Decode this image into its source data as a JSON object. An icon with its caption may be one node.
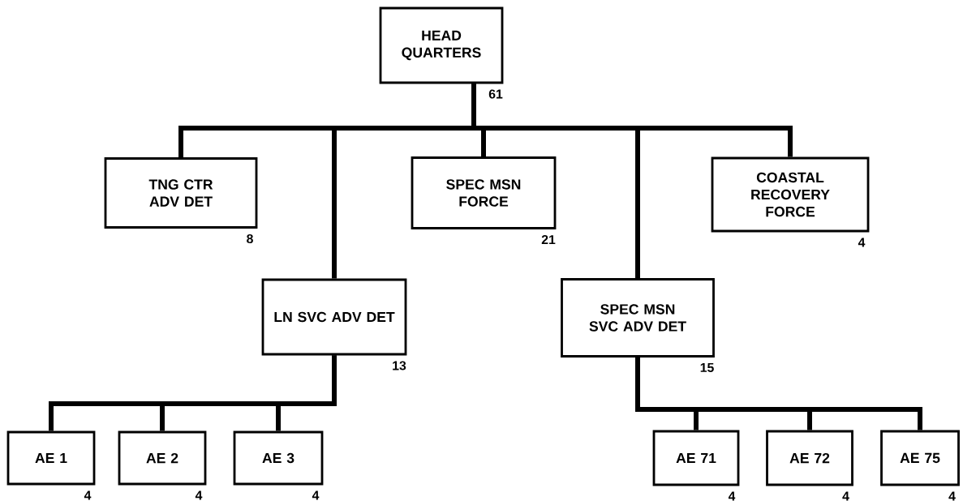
{
  "diagram": {
    "nodes": [
      {
        "text": [
          "HEAD QUARTERS"
        ],
        "beside": [
          "61"
        ]
      },
      {
        "text": [
          "TNG CTR ADV DET"
        ],
        "beside": [
          "8"
        ]
      },
      {
        "text": [
          "SPEC MSN FORCE"
        ],
        "beside": [
          "21"
        ]
      },
      {
        "text": [
          "COASTAL RECOVERY FORCE"
        ],
        "beside": [
          "4"
        ]
      },
      {
        "text": [
          "LN SVC ADV DET"
        ],
        "beside": [
          "13"
        ]
      },
      {
        "text": [
          "SPEC MSN SVC ADV DET"
        ],
        "beside": [
          "15"
        ]
      },
      {
        "text": [
          "AE 1"
        ],
        "beside": [
          "4"
        ]
      },
      {
        "text": [
          "AE 2"
        ],
        "beside": [
          "4"
        ]
      },
      {
        "text": [
          "AE 3"
        ],
        "beside": [
          "4"
        ]
      },
      {
        "text": [
          "AE 71"
        ],
        "beside": [
          "4"
        ]
      },
      {
        "text": [
          "AE 72"
        ],
        "beside": [
          "4"
        ]
      },
      {
        "text": [
          "AE 75"
        ],
        "beside": [
          "4"
        ]
      }
    ],
    "edges": [
      {
        "from": 0,
        "to": 1,
        "arrow": "none"
      },
      {
        "from": 0,
        "to": 4,
        "arrow": "none"
      },
      {
        "from": 0,
        "to": 2,
        "arrow": "none"
      },
      {
        "from": 0,
        "to": 5,
        "arrow": "none"
      },
      {
        "from": 0,
        "to": 3,
        "arrow": "none"
      },
      {
        "from": 4,
        "to": 6,
        "arrow": "none"
      },
      {
        "from": 4,
        "to": 7,
        "arrow": "none"
      },
      {
        "from": 4,
        "to": 8,
        "arrow": "none"
      },
      {
        "from": 5,
        "to": 9,
        "arrow": "none"
      },
      {
        "from": 5,
        "to": 10,
        "arrow": "none"
      },
      {
        "from": 5,
        "to": 11,
        "arrow": "none"
      }
    ]
  }
}
